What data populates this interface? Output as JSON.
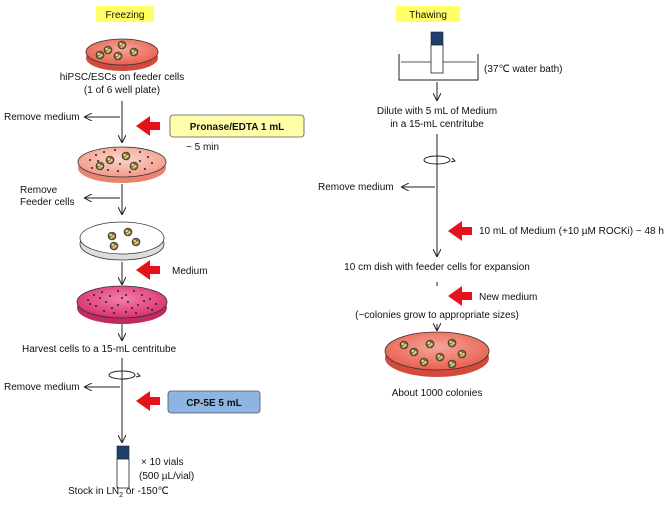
{
  "freezing": {
    "header": "Freezing",
    "plate_caption_1": "hiPSC/ESCs on feeder cells",
    "plate_caption_2": "(1 of 6 well plate)",
    "remove_medium_1": "Remove medium",
    "reagent_1": "Pronase/EDTA  1 mL",
    "time_1": "~ 5 min",
    "remove_feeder_1": "Remove",
    "remove_feeder_2": "Feeder cells",
    "medium_label": "Medium",
    "harvest": "Harvest cells to a 15-mL centritube",
    "remove_medium_2": "Remove medium",
    "reagent_2": "CP-5E  5 mL",
    "vials_1": "× 10  vials",
    "vials_2": "(500 µL/vial)",
    "stock_pre": "Stock in LN",
    "stock_sub": "2",
    "stock_post": " or -150℃"
  },
  "thawing": {
    "header": "Thawing",
    "water_bath": "(37℃ water bath)",
    "dilute_1": "Dilute with 5 mL of Medium",
    "dilute_2": "in a 15-mL centritube",
    "remove_medium": "Remove medium",
    "rock_medium": "10 mL of Medium (+10 µM ROCKi) ~ 48 h",
    "dish": "10 cm dish with feeder cells for expansion",
    "new_medium": "New medium",
    "grow": "(~colonies grow to appropriate sizes)",
    "colonies": "About 1000 colonies"
  },
  "colors": {
    "header_fill": "#ffff66",
    "reagent_1_fill": "#ffffaa",
    "reagent_2_fill": "#8eb4e3",
    "red_arrow": "#e8101a",
    "plate_red": "#f08a80",
    "plate_pink": "#f7b5aa",
    "plate_magenta": "#e8508a",
    "vial_cap": "#1f3f6f"
  }
}
